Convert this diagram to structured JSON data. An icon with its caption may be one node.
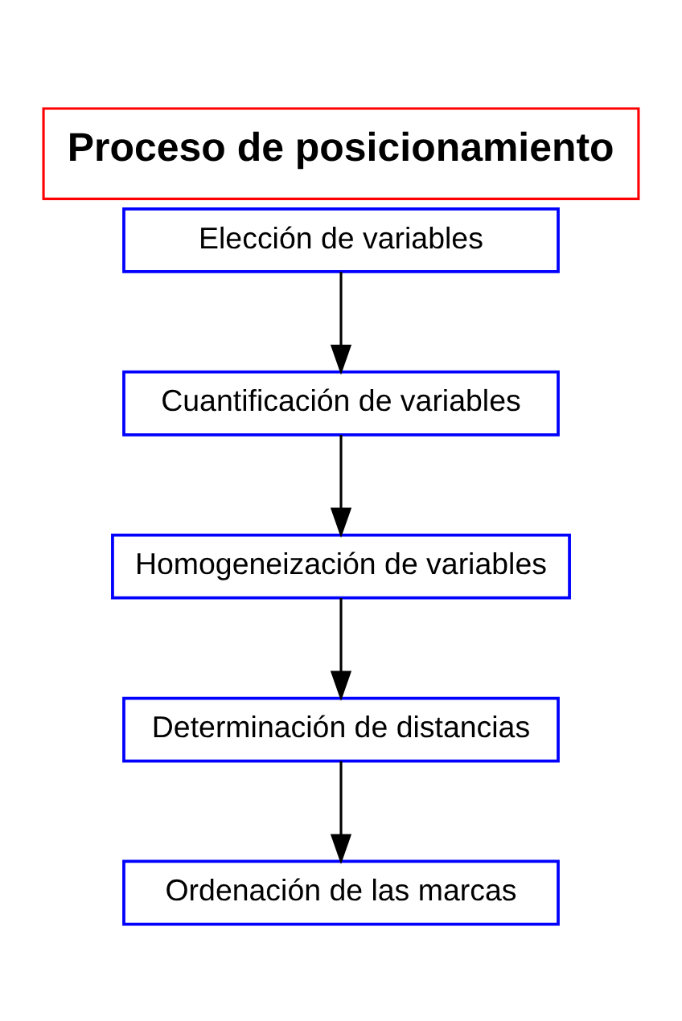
{
  "diagram": {
    "title": "Proceso de posicionamiento",
    "nodes": [
      {
        "text": [
          "Elección de variables"
        ]
      },
      {
        "text": [
          "Cuantificación de variables"
        ]
      },
      {
        "text": [
          "Homogeneización de variables"
        ]
      },
      {
        "text": [
          "Determinación de distancias"
        ]
      },
      {
        "text": [
          "Ordenación de las marcas"
        ]
      }
    ],
    "edges": [
      {
        "from": 0,
        "to": 1,
        "arrow": "to"
      },
      {
        "from": 1,
        "to": 2,
        "arrow": "to"
      },
      {
        "from": 2,
        "to": 3,
        "arrow": "to"
      },
      {
        "from": 3,
        "to": 4,
        "arrow": "to"
      }
    ]
  }
}
